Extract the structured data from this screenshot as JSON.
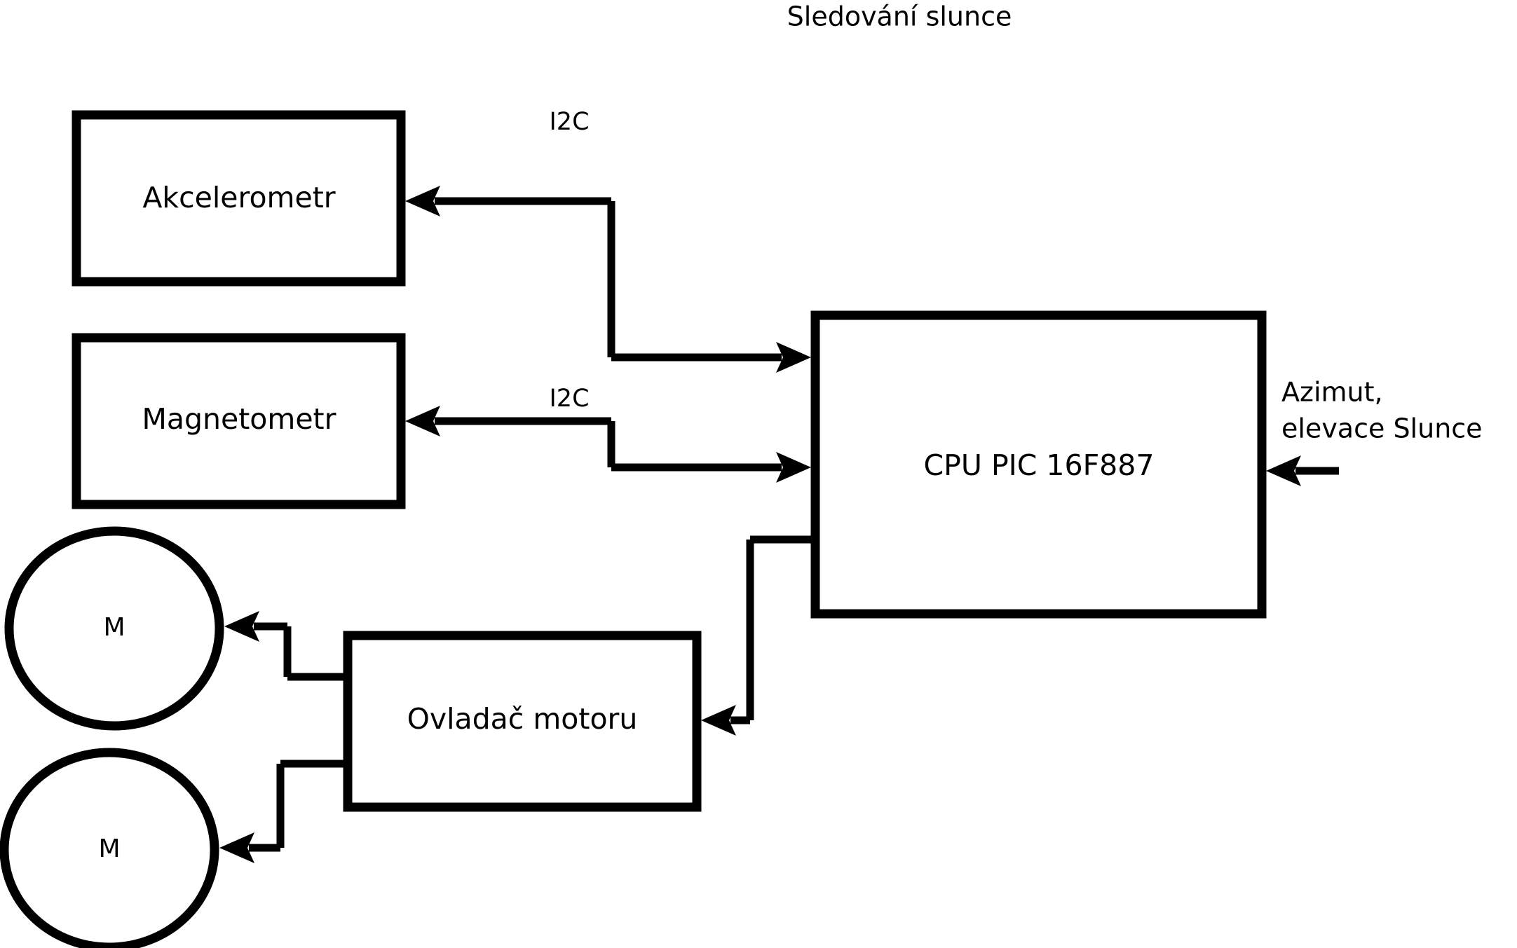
{
  "title": "Sledování slunce",
  "nodes": {
    "accelerometer": {
      "label": "Akcelerometr"
    },
    "magnetometer": {
      "label": "Magnetometr"
    },
    "cpu": {
      "label": "CPU PIC 16F887"
    },
    "motor_driver": {
      "label": "Ovladač motoru"
    },
    "motor_top": {
      "label": "M"
    },
    "motor_bottom": {
      "label": "M"
    }
  },
  "edges": {
    "i2c_accelerometer": {
      "label": "I2C"
    },
    "i2c_magnetometer": {
      "label": "I2C"
    }
  },
  "annotations": {
    "sun_input_line1": "Azimut,",
    "sun_input_line2": "elevace Slunce"
  },
  "colors": {
    "background": "#ffffff",
    "stroke": "#000000",
    "fill": "#ffffff"
  }
}
